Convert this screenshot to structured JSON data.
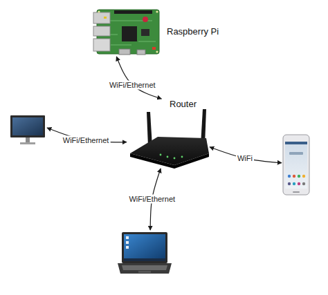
{
  "diagram": {
    "nodes": [
      {
        "text": [
          "Raspberry Pi"
        ]
      },
      {
        "text": [
          "Router"
        ]
      },
      {
        "text": []
      },
      {
        "text": []
      },
      {
        "text": []
      }
    ],
    "edges": [
      {
        "from": 0,
        "to": 1,
        "label": "WiFi/Ethernet",
        "arrow": "both"
      },
      {
        "from": 1,
        "to": 2,
        "label": "WiFi/Ethernet",
        "arrow": "both"
      },
      {
        "from": 1,
        "to": 3,
        "label": "WiFi",
        "arrow": "both"
      },
      {
        "from": 1,
        "to": 4,
        "label": "WiFi/Ethernet",
        "arrow": "both"
      }
    ]
  }
}
